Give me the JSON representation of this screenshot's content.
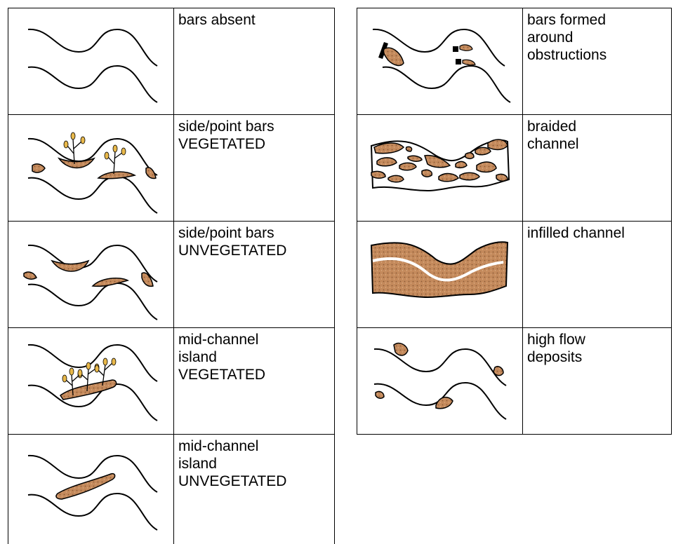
{
  "colors": {
    "deposit": "#c48a5c",
    "deposit_dark": "#8a5a36",
    "outline": "#000000",
    "vegetation": "#e8b84a"
  },
  "left_rows": [
    {
      "label": "bars absent",
      "icon": "bars-absent-diagram"
    },
    {
      "label": "side/point bars\nVEGETATED",
      "icon": "side-point-bars-vegetated-diagram"
    },
    {
      "label": "side/point bars\nUNVEGETATED",
      "icon": "side-point-bars-unvegetated-diagram"
    },
    {
      "label": "mid-channel\nisland\nVEGETATED",
      "icon": "mid-channel-island-vegetated-diagram"
    },
    {
      "label": "mid-channel\nisland\nUNVEGETATED",
      "icon": "mid-channel-island-unvegetated-diagram"
    }
  ],
  "right_rows": [
    {
      "label": "bars formed\naround\nobstructions",
      "icon": "bars-around-obstructions-diagram"
    },
    {
      "label": "braided\nchannel",
      "icon": "braided-channel-diagram"
    },
    {
      "label": "infilled channel",
      "icon": "infilled-channel-diagram"
    },
    {
      "label": "high flow\ndeposits",
      "icon": "high-flow-deposits-diagram"
    }
  ]
}
